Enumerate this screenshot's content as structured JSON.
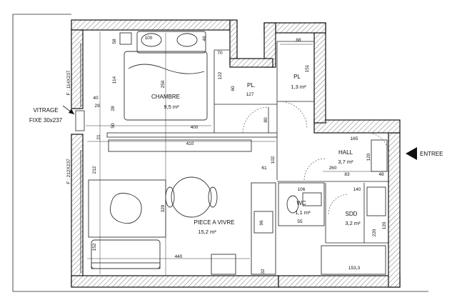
{
  "rooms": {
    "chambre": {
      "name": "CHAMBRE",
      "area": "9,5 m²"
    },
    "piece": {
      "name": "PIECE A VIVRE",
      "area": "15,2 m²"
    },
    "hall": {
      "name": "HALL",
      "area": "3,7 m²"
    },
    "wc": {
      "name": "WC",
      "area": "1,1 m²"
    },
    "sdd": {
      "name": "SDD",
      "area": "3,2 m²"
    },
    "pl1": {
      "name": "PL",
      "area": "1,3 m²"
    },
    "pl2": {
      "name": "PL."
    }
  },
  "annotations": {
    "vitrage_1": "VITRAGE",
    "vitrage_2": "FIXE 30x237",
    "entree": "ENTREE",
    "window_top": "F : 114X237",
    "window_bottom": "F : 212X237"
  },
  "dimensions": {
    "d_100": "100",
    "d_58": "58",
    "d_46": "46",
    "d_70": "70",
    "d_114": "114",
    "d_250": "250",
    "d_122": "122",
    "d_60": "60",
    "d_127": "127",
    "d_88": "88",
    "d_151": "151",
    "d_40": "40",
    "d_29": "29",
    "d_28": "28",
    "d_50": "50",
    "d_21": "21",
    "d_400": "400",
    "d_80": "80",
    "d_410": "410",
    "d_165": "165",
    "d_120a": "120",
    "d_212": "212",
    "d_61": "61",
    "d_102": "102",
    "d_260": "260",
    "d_83": "83",
    "d_48": "48",
    "d_106": "106",
    "d_140": "140",
    "d_329": "329",
    "d_55": "55",
    "d_96": "96",
    "d_220": "220",
    "d_120b": "120",
    "d_152": "152",
    "d_440": "440",
    "d_32": "32",
    "d_1533": "153,3"
  }
}
